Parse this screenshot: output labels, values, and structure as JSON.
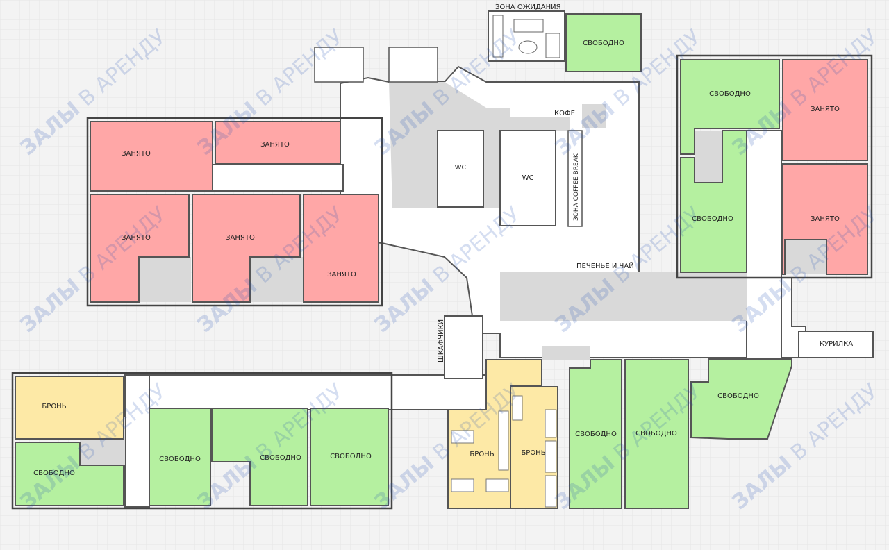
{
  "statuses": {
    "free": "СВОБОДНО",
    "busy": "ЗАНЯТО",
    "reserved": "БРОНЬ"
  },
  "colors": {
    "free": "#b5f0a0",
    "busy": "#ffa7a7",
    "reserved": "#fde9a6",
    "corridor": "#ffffff",
    "service": "#d9d9d9",
    "wall": "#555555",
    "background": "#f3f3f3"
  },
  "labels": {
    "waiting_zone": "ЗОНА ОЖИДАНИЯ",
    "coffee": "КОФЕ",
    "coffee_break": "ЗОНА COFFEE BREAK",
    "cookies_tea": "ПЕЧЕНЬЕ И ЧАЙ",
    "lockers": "ШКАФЧИКИ",
    "smoking": "КУРИЛКА",
    "wc1": "WC",
    "wc2": "WC"
  },
  "watermark": {
    "bold": "ЗАЛЫ",
    "light": "В АРЕНДУ"
  }
}
